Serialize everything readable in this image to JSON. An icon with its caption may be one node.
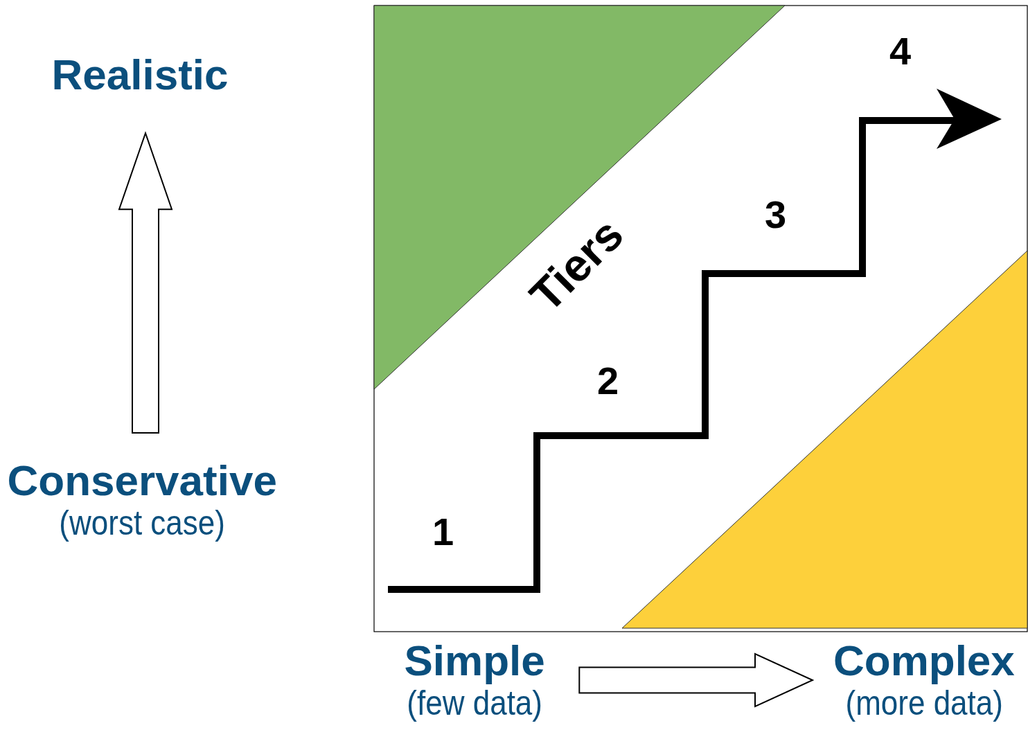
{
  "diagram": {
    "nodes": [
      {
        "text": [
          "Realistic"
        ]
      },
      {
        "text": [
          "Conservative",
          "(worst case)"
        ]
      },
      {
        "text": [
          "Simple",
          "(few data)"
        ]
      },
      {
        "text": [
          "Complex",
          "(more data)"
        ]
      }
    ],
    "edges": [
      {
        "from": 1,
        "to": 0,
        "arrow": "to"
      },
      {
        "from": 2,
        "to": 3,
        "arrow": "to"
      }
    ],
    "labels": [
      "4",
      "3",
      "Tiers",
      "2",
      "1"
    ]
  }
}
